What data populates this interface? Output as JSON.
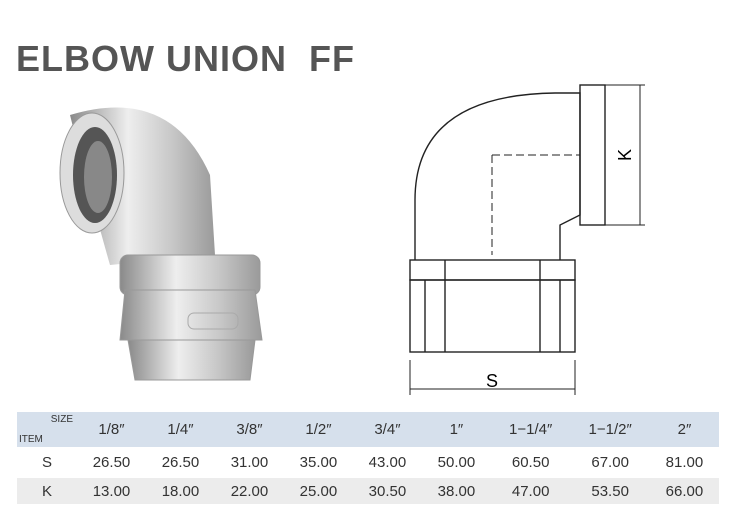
{
  "title": "ELBOW UNION  FF",
  "drawing": {
    "dim_s": "S",
    "dim_k": "K"
  },
  "table": {
    "corner_top": "SIZE",
    "corner_bottom": "ITEM",
    "sizes": [
      "1/8″",
      "1/4″",
      "3/8″",
      "1/2″",
      "3/4″",
      "1″",
      "1−1/4″",
      "1−1/2″",
      "2″"
    ],
    "rows": [
      {
        "item": "S",
        "values": [
          "26.50",
          "26.50",
          "31.00",
          "35.00",
          "43.00",
          "50.00",
          "60.50",
          "67.00",
          "81.00"
        ]
      },
      {
        "item": "K",
        "values": [
          "13.00",
          "18.00",
          "22.00",
          "25.00",
          "30.50",
          "38.00",
          "47.00",
          "53.50",
          "66.00"
        ]
      }
    ]
  },
  "colors": {
    "header_band": "#d6e0ec",
    "k_row": "#ececec",
    "title": "#555555"
  }
}
